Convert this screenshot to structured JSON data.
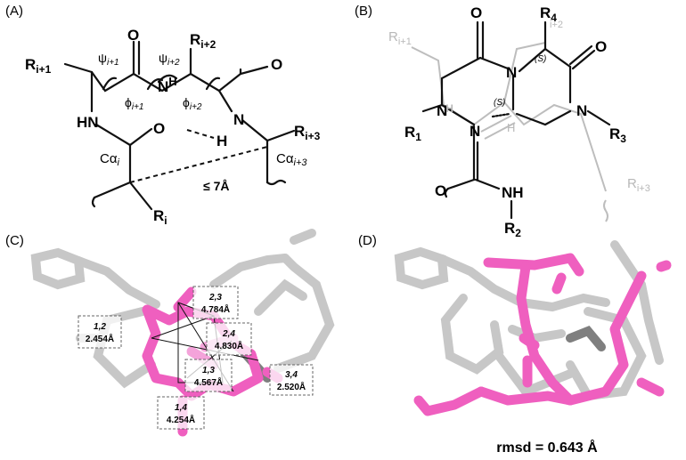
{
  "panels": {
    "a": {
      "letter": "(A)",
      "R_i1": "R",
      "R_i1_sub": "i+1",
      "R_i2": "R",
      "R_i2_sub": "i+2",
      "R_i3": "R",
      "R_i3_sub": "i+3",
      "R_i": "R",
      "R_i_sub": "i",
      "psi1": "ψ",
      "psi1_sub": "i+1",
      "psi2": "ψ",
      "psi2_sub": "i+2",
      "phi1": "ϕ",
      "phi1_sub": "i+1",
      "phi2": "ϕ",
      "phi2_sub": "i+2",
      "O": "O",
      "N": "N",
      "H": "H",
      "HN": "HN",
      "ca_i": "Cα",
      "ca_i_sub": "i",
      "ca_i3": "Cα",
      "ca_i3_sub": "i+3",
      "dist_label": "≤ 7Å"
    },
    "b": {
      "letter": "(B)",
      "O": "O",
      "N": "N",
      "H": "H",
      "NH": "NH",
      "R4": "R",
      "R4_sub": "4",
      "R4_ghost": "i+2",
      "Ri1": "R",
      "Ri1_sub": "i+1",
      "Ri3": "R",
      "Ri3_sub": "i+3",
      "R1": "R",
      "R1_sub": "1",
      "R2": "R",
      "R2_sub": "2",
      "R3": "R",
      "R3_sub": "3",
      "stereo": "(S)"
    },
    "c": {
      "letter": "(C)",
      "distances": [
        {
          "pair": "1,2",
          "value": "2.454Å"
        },
        {
          "pair": "2,3",
          "value": "4.784Å"
        },
        {
          "pair": "2,4",
          "value": "4.830Å"
        },
        {
          "pair": "1,3",
          "value": "4.567Å"
        },
        {
          "pair": "3,4",
          "value": "2.520Å"
        },
        {
          "pair": "1,4",
          "value": "4.254Å"
        }
      ]
    },
    "d": {
      "letter": "(D)",
      "rmsd": "rmsd = 0.643 Å"
    }
  }
}
